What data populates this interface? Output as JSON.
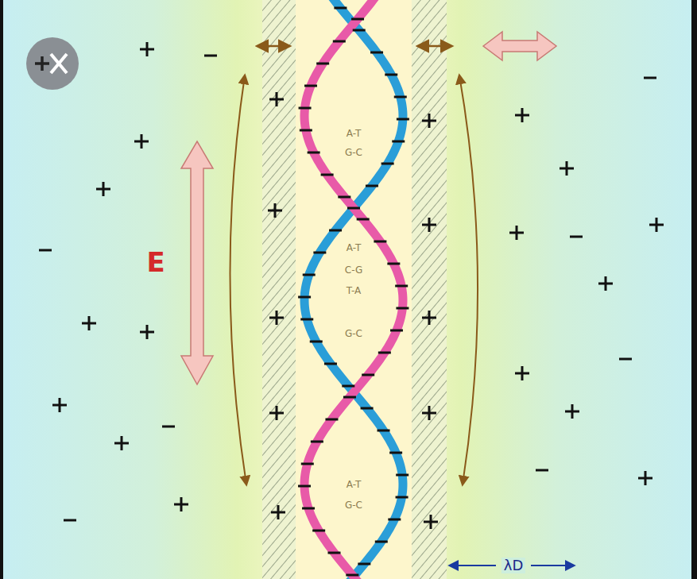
{
  "diagram": {
    "labels": [
      "E",
      "λD",
      "A-T",
      "G-C",
      "A-T",
      "C-G",
      "T-A",
      "G-C",
      "A-T",
      "G-C"
    ]
  }
}
